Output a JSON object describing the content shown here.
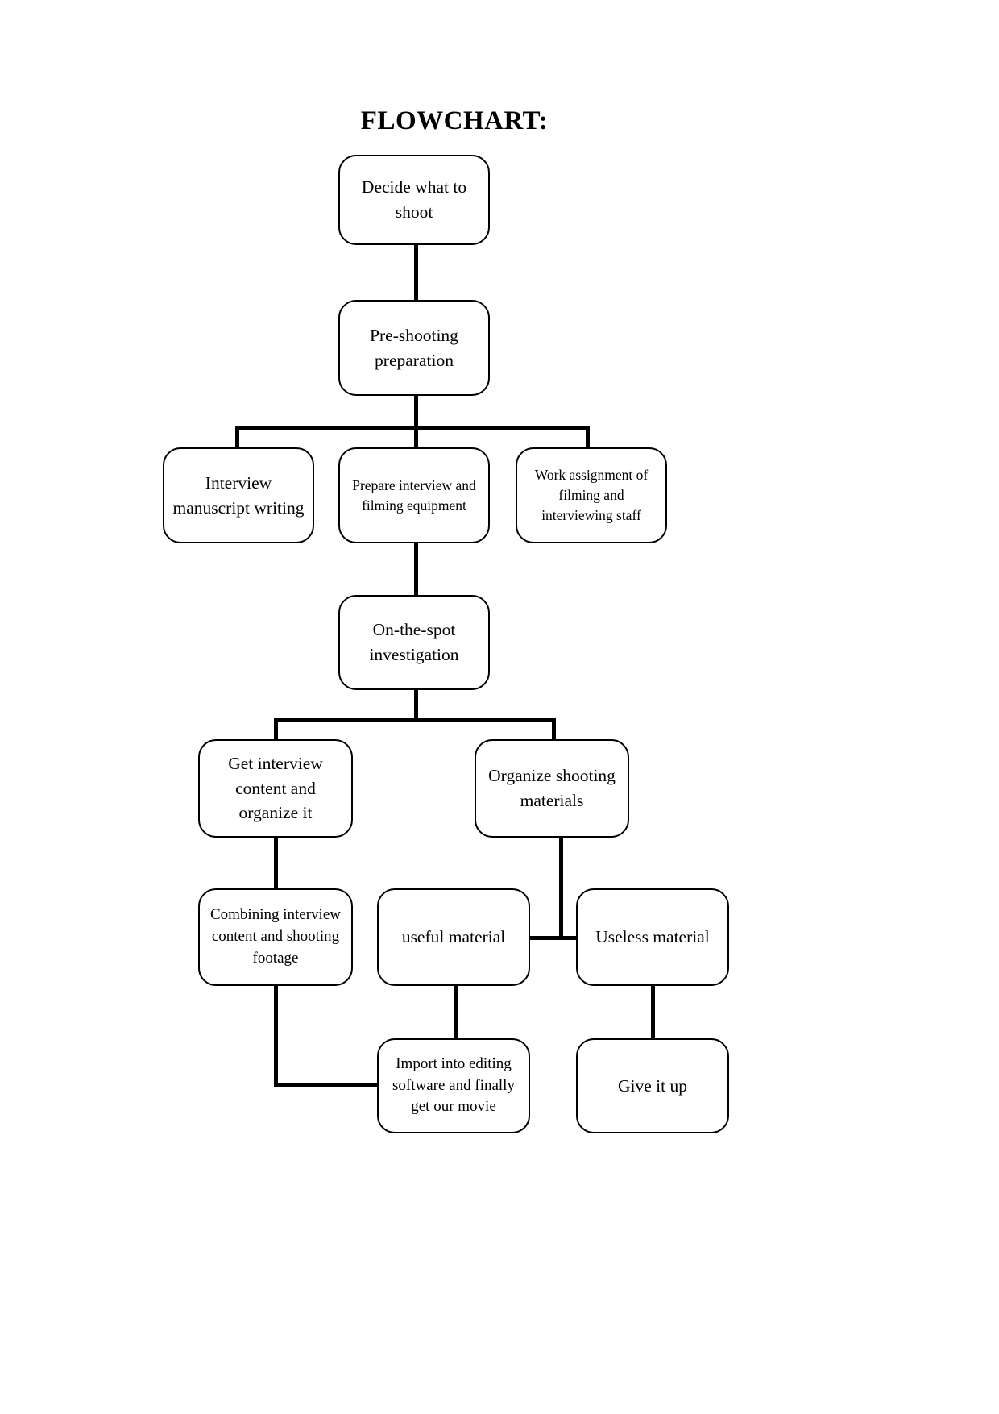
{
  "page": {
    "title": "FLOWCHART:",
    "background_color": "#ffffff",
    "stroke_color": "#000000"
  },
  "chart_data": {
    "type": "diagram",
    "diagram_kind": "flowchart",
    "title": "FLOWCHART:",
    "orientation": "top-to-bottom",
    "nodes": [
      {
        "id": "n1",
        "label": "Decide what to shoot"
      },
      {
        "id": "n2",
        "label": "Pre-shooting preparation"
      },
      {
        "id": "n3",
        "label": "Interview manuscript writing"
      },
      {
        "id": "n4",
        "label": "Prepare interview and filming equipment"
      },
      {
        "id": "n5",
        "label": "Work assignment of filming and interviewing staff"
      },
      {
        "id": "n6",
        "label": "On-the-spot investigation"
      },
      {
        "id": "n7",
        "label": "Get interview content and organize it"
      },
      {
        "id": "n8",
        "label": "Organize shooting materials"
      },
      {
        "id": "n9",
        "label": "Combining interview content and shooting footage"
      },
      {
        "id": "n10",
        "label": "useful material"
      },
      {
        "id": "n11",
        "label": "Useless material"
      },
      {
        "id": "n12",
        "label": "Import into editing software and finally get our movie"
      },
      {
        "id": "n13",
        "label": "Give it up"
      }
    ],
    "edges": [
      {
        "from": "n1",
        "to": "n2"
      },
      {
        "from": "n2",
        "to": "n3"
      },
      {
        "from": "n2",
        "to": "n4"
      },
      {
        "from": "n2",
        "to": "n5"
      },
      {
        "from": "n4",
        "to": "n6"
      },
      {
        "from": "n6",
        "to": "n7"
      },
      {
        "from": "n6",
        "to": "n8"
      },
      {
        "from": "n7",
        "to": "n9"
      },
      {
        "from": "n8",
        "to": "n10"
      },
      {
        "from": "n8",
        "to": "n11"
      },
      {
        "from": "n10",
        "to": "n12"
      },
      {
        "from": "n11",
        "to": "n13"
      },
      {
        "from": "n9",
        "to": "n12"
      }
    ]
  },
  "nodes": {
    "decide_what_to_shoot": "Decide what to shoot",
    "pre_shooting_preparation": "Pre-shooting preparation",
    "interview_manuscript_writing": "Interview manuscript writing",
    "prepare_interview_and_filming_equipment": "Prepare interview and filming equipment",
    "work_assignment": "Work assignment of filming and interviewing staff",
    "on_the_spot_investigation": "On-the-spot investigation",
    "get_interview_content": "Get interview content and organize it",
    "organize_shooting_materials": "Organize shooting materials",
    "combining_interview_content": "Combining interview content and shooting footage",
    "useful_material": "useful material",
    "useless_material": "Useless material",
    "import_into_editing_software": "Import into editing software and finally get our movie",
    "give_it_up": "Give it up"
  }
}
